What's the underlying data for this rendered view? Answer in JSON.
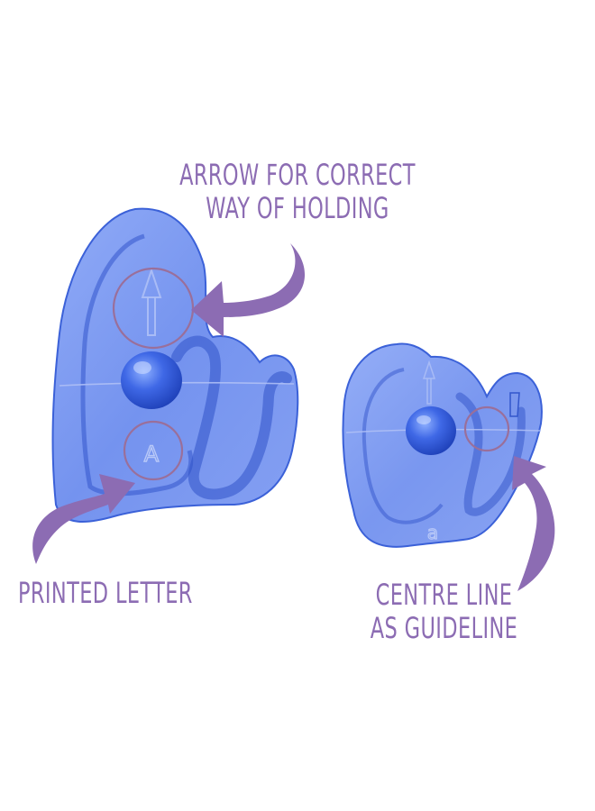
{
  "callouts": {
    "arrow": {
      "line1": "ARROW FOR CORRECT",
      "line2": "WAY OF HOLDING"
    },
    "printed": {
      "line1": "PRINTED LETTER"
    },
    "centre": {
      "line1": "CENTRE LINE",
      "line2": "AS GUIDELINE"
    }
  },
  "cutters": {
    "large": {
      "letter_marking": "A"
    },
    "small": {
      "letter_marking": "a"
    }
  },
  "colors": {
    "label_purple": "#8c6cb3",
    "circle_outline": "#9a6f9a",
    "cutter_blue": "#4f78e8",
    "background": "#ffffff"
  }
}
